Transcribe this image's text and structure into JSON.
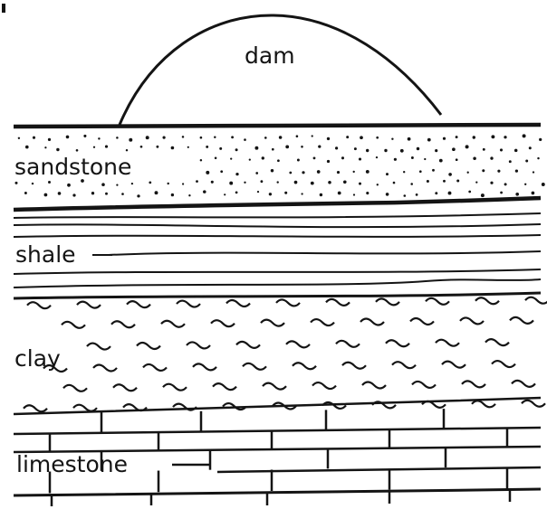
{
  "diagram": {
    "title": "",
    "labels": {
      "dam": "dam",
      "sandstone": "sandstone",
      "shale": "shale",
      "clay": "clay",
      "limestone": "limestone"
    },
    "layers": [
      {
        "name": "sandstone",
        "pattern": "dots"
      },
      {
        "name": "shale",
        "pattern": "wavy-lines"
      },
      {
        "name": "clay",
        "pattern": "tilde-marks"
      },
      {
        "name": "limestone",
        "pattern": "bricks"
      }
    ],
    "colors": {
      "ink": "#141414",
      "paper": "#ffffff"
    }
  }
}
